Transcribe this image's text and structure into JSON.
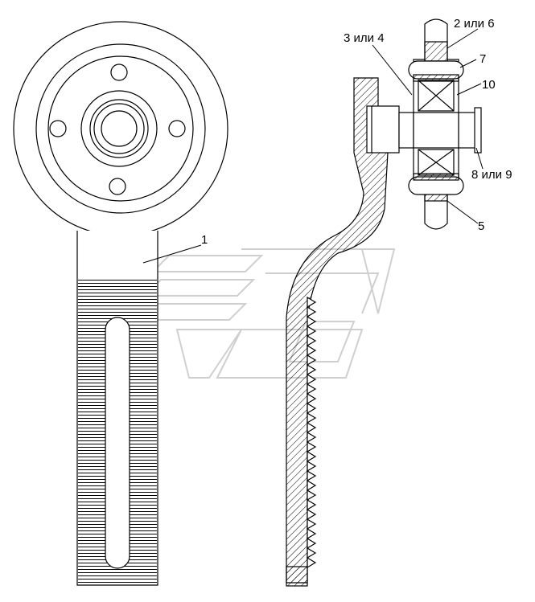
{
  "diagram": {
    "callouts": [
      {
        "id": "c1",
        "text": "1"
      },
      {
        "id": "c2",
        "text": "2 или 6"
      },
      {
        "id": "c3",
        "text": "3 или 4"
      },
      {
        "id": "c4",
        "text": "7"
      },
      {
        "id": "c5",
        "text": "10"
      },
      {
        "id": "c6",
        "text": "8 или 9"
      },
      {
        "id": "c7",
        "text": "5"
      }
    ]
  },
  "colors": {
    "line": "#000000",
    "paper": "#ffffff",
    "watermark": "#cccccc"
  }
}
